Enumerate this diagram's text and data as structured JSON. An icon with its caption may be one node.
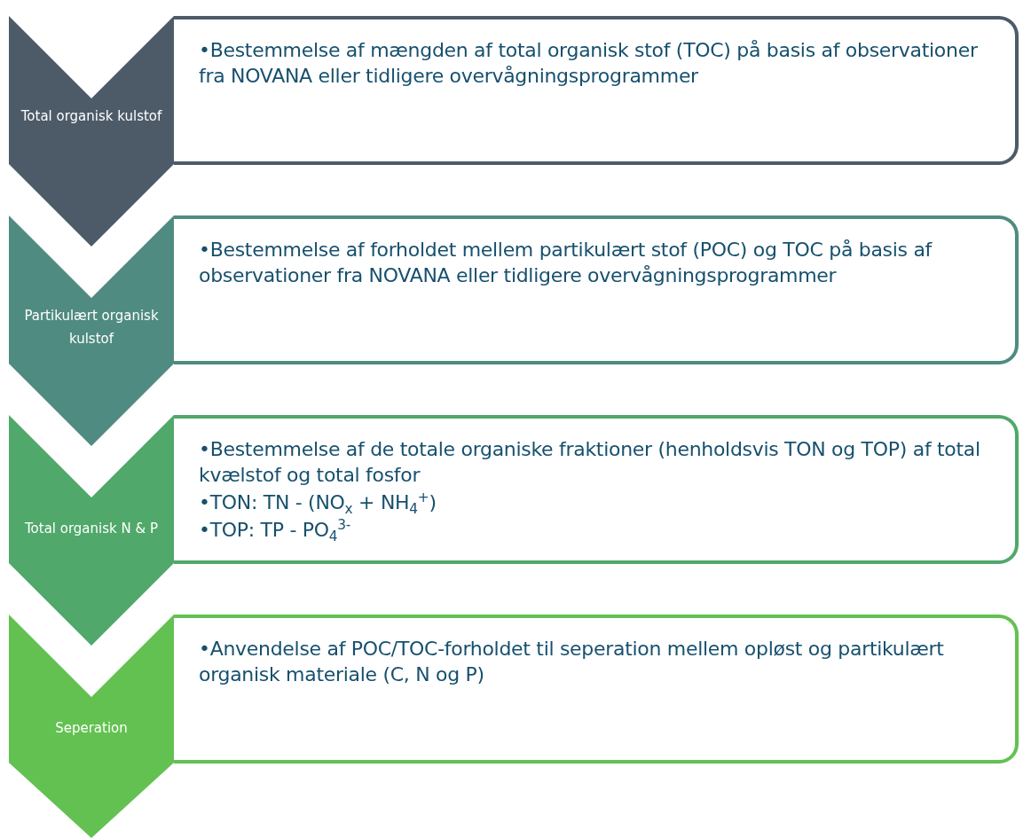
{
  "diagram": {
    "nodes": [
      {
        "text": [
          "Total organisk kulstof"
        ]
      },
      {
        "text": [
          "•Bestemmelse af mængden af total organisk stof (TOC) på basis af observationer fra NOVANA eller tidligere overvågningsprogrammer"
        ]
      },
      {
        "text": [
          "Partikulært organisk kulstof"
        ]
      },
      {
        "text": [
          "•Bestemmelse af forholdet mellem partikulært stof (POC) og TOC på basis af observationer fra NOVANA eller tidligere overvågningsprogrammer"
        ]
      },
      {
        "text": [
          "Total organisk N & P"
        ]
      },
      {
        "text": [
          "•Bestemmelse af de totale organiske fraktioner (henholdsvis TON og TOP) af total kvælstof og total fosfor",
          "•TON: TN - (NO$_{x}$ + NH$_{4}$$^{+}$)",
          "•TOP: TP - PO$_{4}$$^{3-}$"
        ]
      },
      {
        "text": [
          "Seperation"
        ]
      },
      {
        "text": [
          "•Anvendelse af POC/TOC-forholdet til seperation mellem opløst og partikulært organisk materiale (C, N og P)"
        ]
      }
    ],
    "edges": []
  }
}
